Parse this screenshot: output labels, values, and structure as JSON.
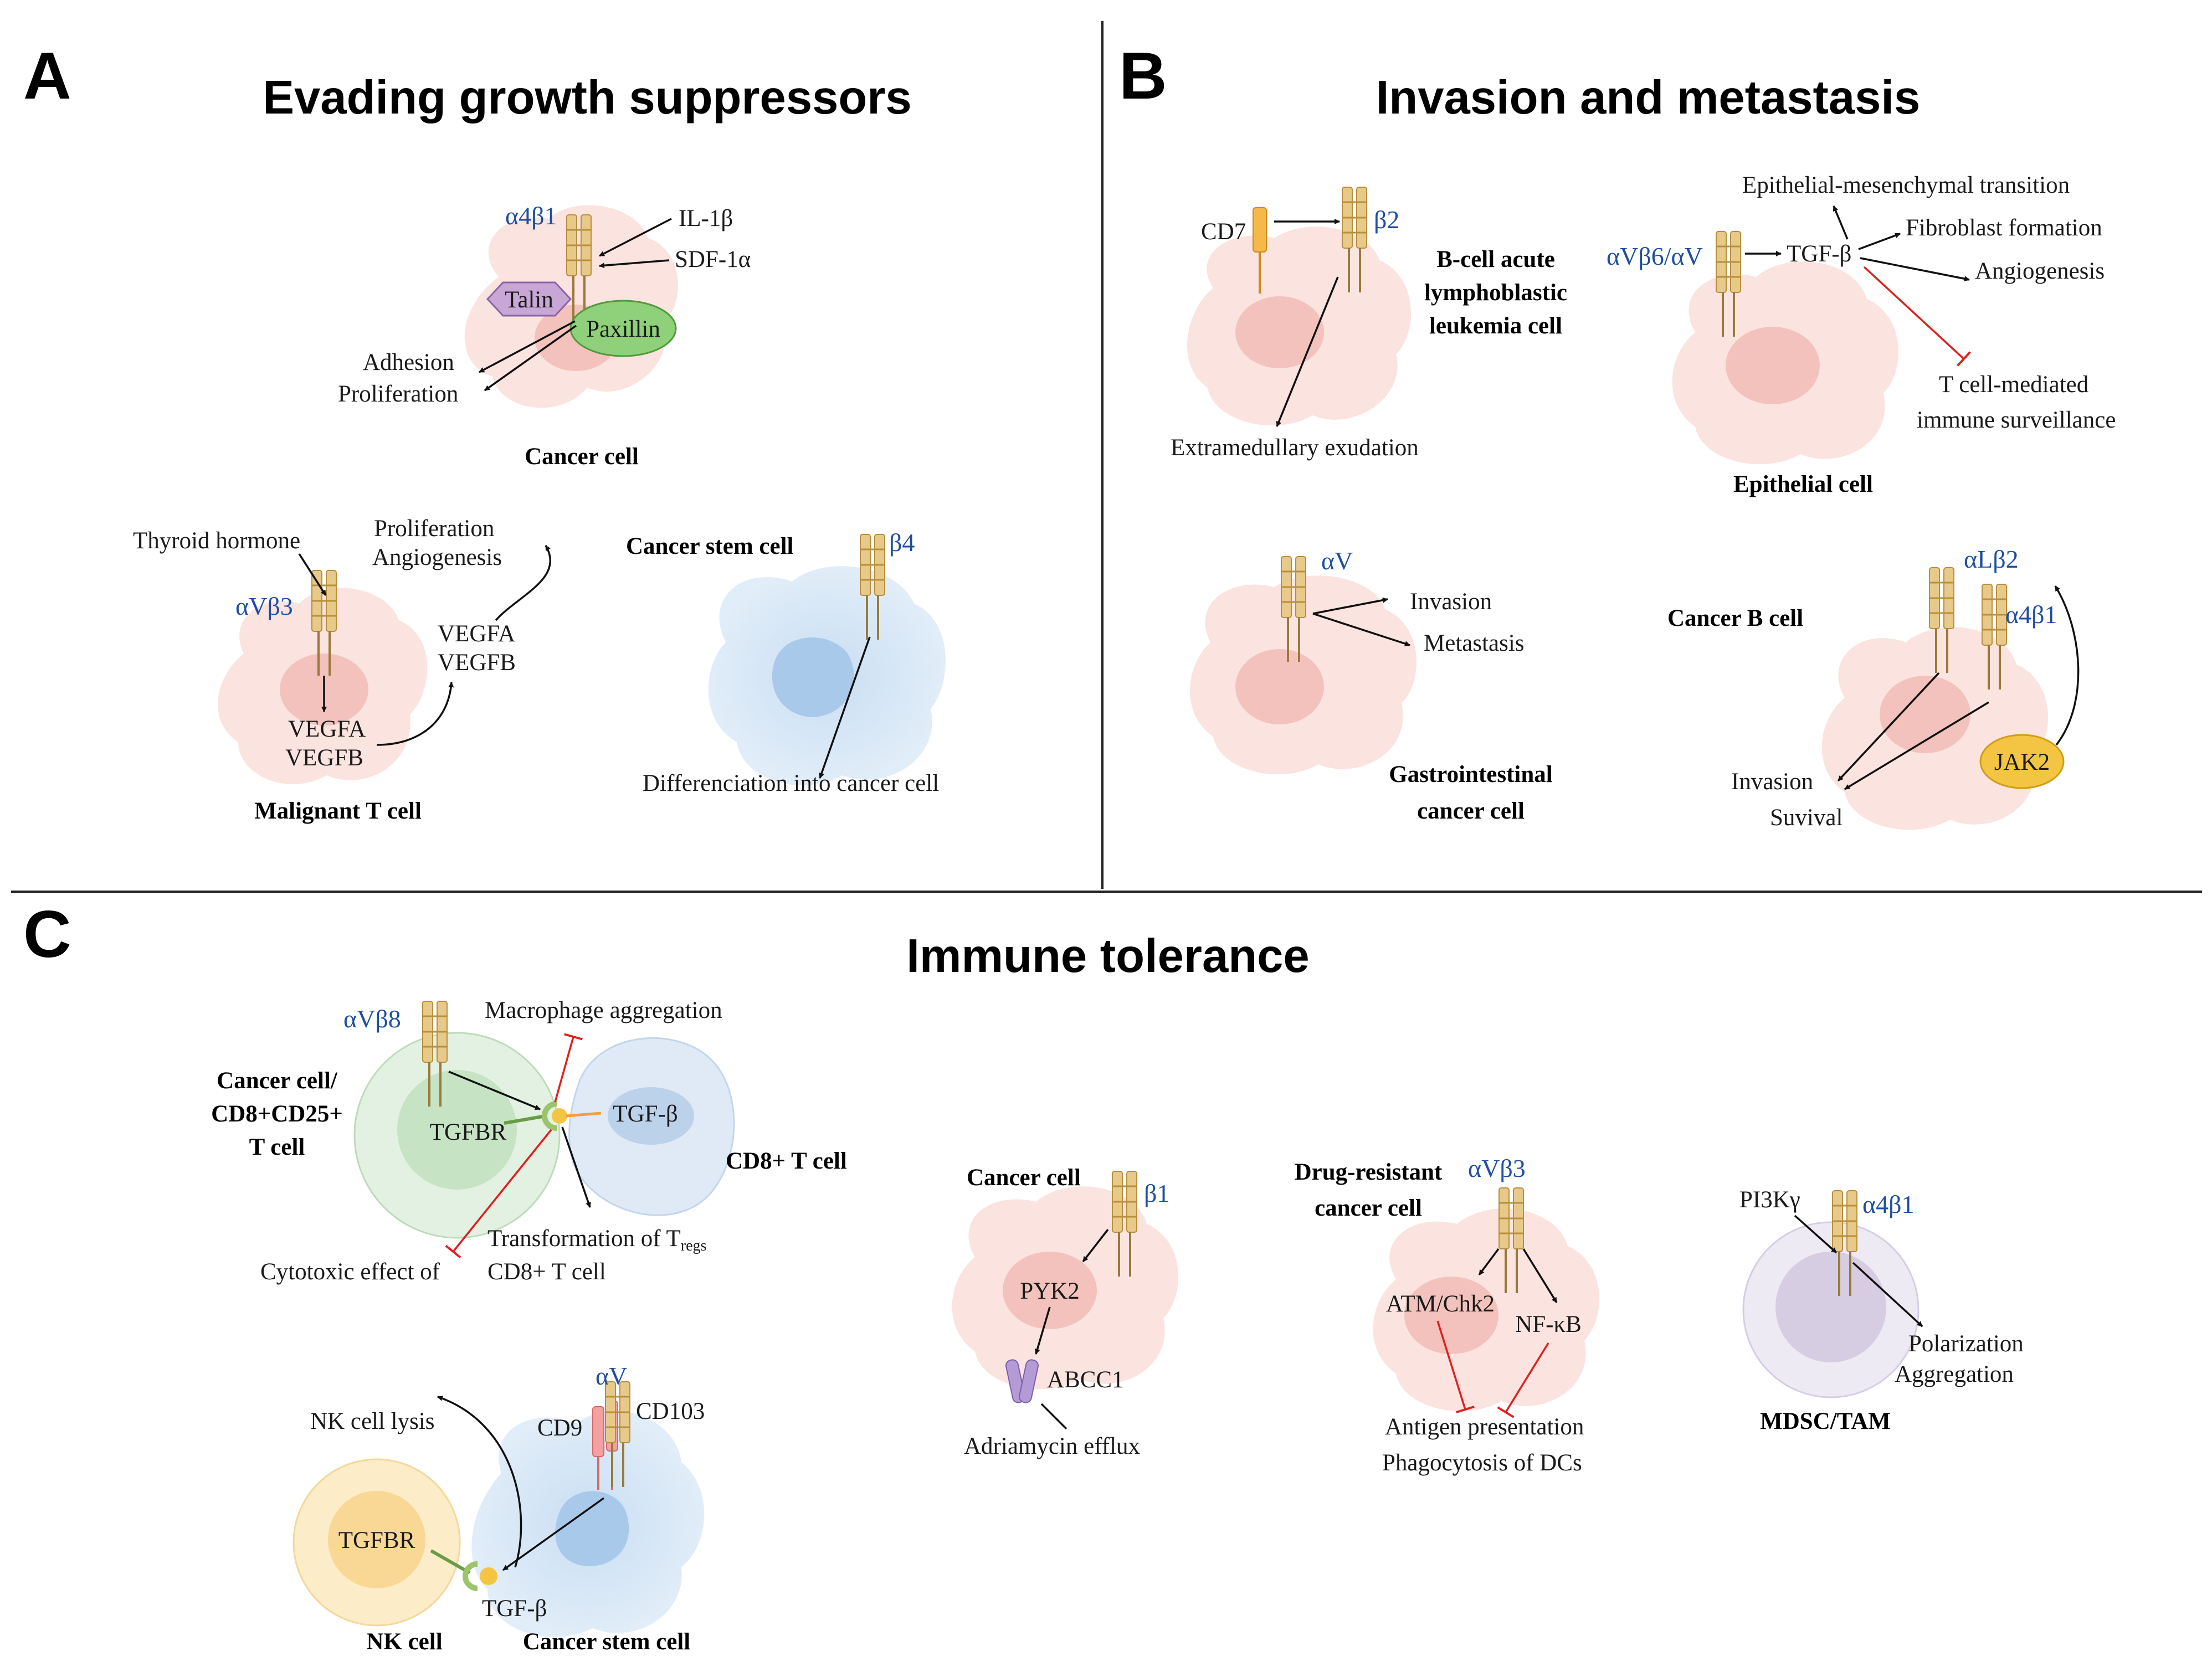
{
  "panel_letters": {
    "a": "A",
    "b": "B",
    "c": "C"
  },
  "titles": {
    "a": "Evading growth suppressors",
    "b": "Invasion and metastasis",
    "c": "Immune tolerance"
  },
  "colors": {
    "integrin_label": "#1f4ea3",
    "inhibition": "#e02020",
    "cancer_cell_fill": "#f9dcd8",
    "stem_cell_fill": "#d7e7f6",
    "t_cell_fill": "#dcefdc",
    "nk_cell_fill": "#fbe7bd",
    "mdsc_fill": "#e6e0ee"
  },
  "icons": {
    "integrin": "integrin-receptor-icon",
    "talin": "talin-hexagon-icon",
    "paxillin": "paxillin-ellipse-icon",
    "jak2": "jak2-ellipse-icon",
    "abcc1": "abcc1-transporter-icon",
    "tgfbr": "tgfbr-receptor-icon"
  },
  "panel_a": {
    "cancer_cell": {
      "integrin": "α4β1",
      "il1b": "IL-1β",
      "sdf1a": "SDF-1α",
      "talin": "Talin",
      "paxillin": "Paxillin",
      "adhesion": "Adhesion",
      "proliferation": "Proliferation",
      "label": "Cancer cell"
    },
    "t_cell": {
      "thyroid": "Thyroid hormone",
      "integrin": "αVβ3",
      "prolif": "Proliferation",
      "angio": "Angiogenesis",
      "vegfa_out": "VEGFA",
      "vegfb_out": "VEGFB",
      "vegfa_in": "VEGFA",
      "vegfb_in": "VEGFB",
      "label": "Malignant T cell"
    },
    "stem": {
      "label": "Cancer stem cell",
      "integrin": "β4",
      "diff": "Differenciation into cancer cell"
    }
  },
  "panel_b": {
    "ball": {
      "cd7": "CD7",
      "integrin": "β2",
      "l1": "B-cell acute",
      "l2": "lymphoblastic",
      "l3": "leukemia cell",
      "exud": "Extramedullary exudation"
    },
    "epi": {
      "emt": "Epithelial-mesenchymal transition",
      "integrin": "αVβ6/αV",
      "tgfb": "TGF-β",
      "fib": "Fibroblast formation",
      "angio": "Angiogenesis",
      "tcell1": "T cell-mediated",
      "tcell2": "immune surveillance",
      "label": "Epithelial cell"
    },
    "gi": {
      "integrin": "αV",
      "inv": "Invasion",
      "met": "Metastasis",
      "l1": "Gastrointestinal",
      "l2": "cancer cell"
    },
    "bcell": {
      "integrin1": "αLβ2",
      "integrin2": "α4β1",
      "label": "Cancer B cell",
      "jak2": "JAK2",
      "inv": "Invasion",
      "surv": "Suvival"
    }
  },
  "panel_c": {
    "treg": {
      "integrin": "αVβ8",
      "macro": "Macrophage aggregation",
      "l1": "Cancer cell/",
      "l2": "CD8+CD25+",
      "l3": "T cell",
      "tgfbr": "TGFBR",
      "tgfb": "TGF-β",
      "cd8": "CD8+ T cell",
      "trans": "Transformation of T",
      "regs": "regs",
      "cyto1": "Cytotoxic effect of",
      "cyto2": "CD8+ T cell"
    },
    "nk": {
      "lysis": "NK cell lysis",
      "integrin": "αV",
      "cd9": "CD9",
      "cd103": "CD103",
      "tgfbr": "TGFBR",
      "tgfb": "TGF-β",
      "nk_label": "NK cell",
      "stem_label": "Cancer stem cell"
    },
    "pyk": {
      "label": "Cancer cell",
      "integrin": "β1",
      "pyk2": "PYK2",
      "abcc1": "ABCC1",
      "efflux": "Adriamycin efflux"
    },
    "drug": {
      "l1": "Drug-resistant",
      "l2": "cancer cell",
      "integrin": "αVβ3",
      "atm": "ATM/Chk2",
      "nfkb": "NF-κB",
      "antigen": "Antigen presentation",
      "phago": "Phagocytosis of DCs"
    },
    "mdsc": {
      "pi3k": "PI3Kγ",
      "integrin": "α4β1",
      "pol": "Polarization",
      "agg": "Aggregation",
      "label": "MDSC/TAM"
    }
  }
}
